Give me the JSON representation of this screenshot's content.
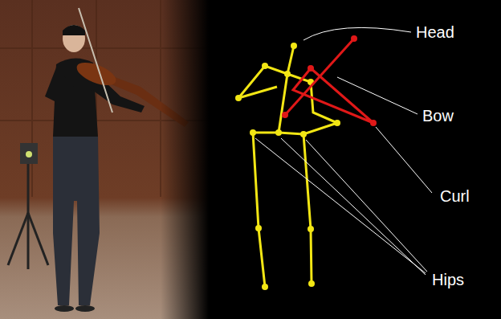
{
  "diagram": {
    "labels": [
      "Head",
      "Bow",
      "Curl",
      "Hips"
    ]
  }
}
